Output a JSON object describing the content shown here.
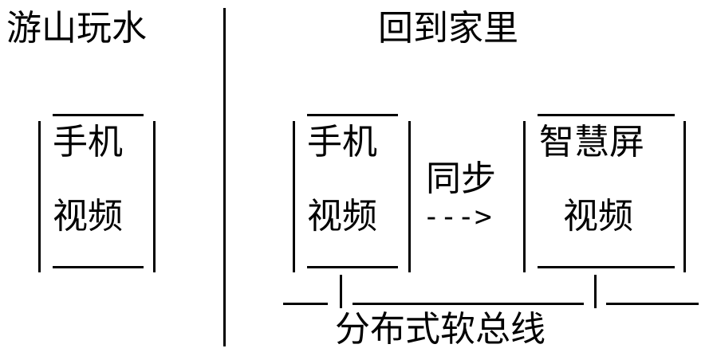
{
  "left_section": {
    "heading": "游山玩水",
    "box": {
      "line1": "手机",
      "line2": "视频"
    }
  },
  "right_section": {
    "heading": "回到家里",
    "phone_box": {
      "line1": "手机",
      "line2": "视频"
    },
    "sync_label": "同步",
    "sync_arrow": "--->",
    "screen_box": {
      "line1": "智慧屏",
      "line2": "视频"
    },
    "bus_label": "分布式软总线"
  }
}
